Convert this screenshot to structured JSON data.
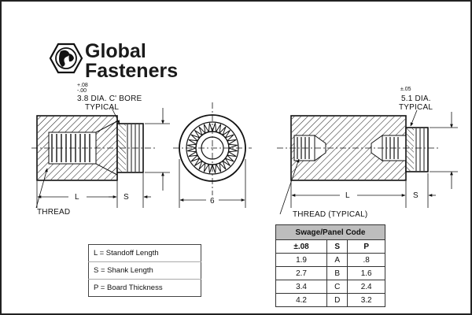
{
  "brand": {
    "name_line1": "Global",
    "name_line2": "Fasteners",
    "logo_icon": "globe-hexagon-icon"
  },
  "left_part": {
    "tolerance_upper": "+.08",
    "tolerance_lower": "-.00",
    "bore_label_line1": "3.8 DIA. C' BORE",
    "bore_label_line2": "TYPICAL",
    "dim_l": "L",
    "dim_s": "S",
    "thread_label": "THREAD"
  },
  "end_view": {
    "dim_width": "6"
  },
  "right_part": {
    "tolerance": "±.05",
    "dia_label_line1": "5.1 DIA.",
    "dia_label_line2": "TYPICAL",
    "dim_l": "L",
    "dim_s": "S",
    "thread_label": "THREAD (TYPICAL)"
  },
  "legend": {
    "items": [
      "L = Standoff Length",
      "S = Shank Length",
      "P = Board Thickness"
    ]
  },
  "swage_table": {
    "title": "Swage/Panel Code",
    "headers": [
      "±.08",
      "S",
      "P"
    ],
    "rows": [
      [
        "1.9",
        "A",
        ".8"
      ],
      [
        "2.7",
        "B",
        "1.6"
      ],
      [
        "3.4",
        "C",
        "2.4"
      ],
      [
        "4.2",
        "D",
        "3.2"
      ]
    ]
  }
}
